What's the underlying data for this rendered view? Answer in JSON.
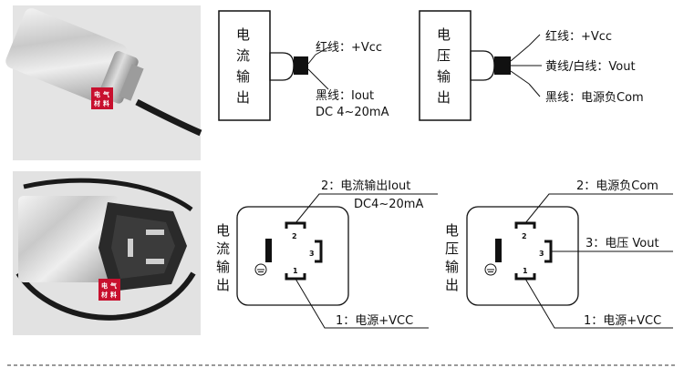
{
  "diagram1": {
    "box_label": [
      "电",
      "流",
      "输",
      "出"
    ],
    "red_wire": "红线：+Vcc",
    "black_wire": "黑线：Iout",
    "range": "DC 4~20mA"
  },
  "diagram2": {
    "box_label": [
      "电",
      "压",
      "输",
      "出"
    ],
    "red_wire": "红线：+Vcc",
    "yellow_wire": "黄线/白线：Vout",
    "black_wire": "黑线：电源负Com"
  },
  "diagram3": {
    "side_label": [
      "电",
      "流",
      "输",
      "出"
    ],
    "pin2_label": "2：电流输出Iout",
    "range": "DC4~20mA",
    "pin1_label": "1：电源+VCC",
    "pins": [
      "2",
      "3",
      "1"
    ]
  },
  "diagram4": {
    "side_label": [
      "电",
      "压",
      "输",
      "出"
    ],
    "pin2_label": "2：电源负Com",
    "pin3_label": "3：电压 Vout",
    "pin1_label": "1：电源+VCC",
    "pins": [
      "2",
      "3",
      "1"
    ]
  },
  "photo_stamp": [
    "电",
    "气",
    "材",
    "料"
  ],
  "colors": {
    "line": "#111111",
    "stamp": "#c8102e",
    "divider": "#333333"
  }
}
